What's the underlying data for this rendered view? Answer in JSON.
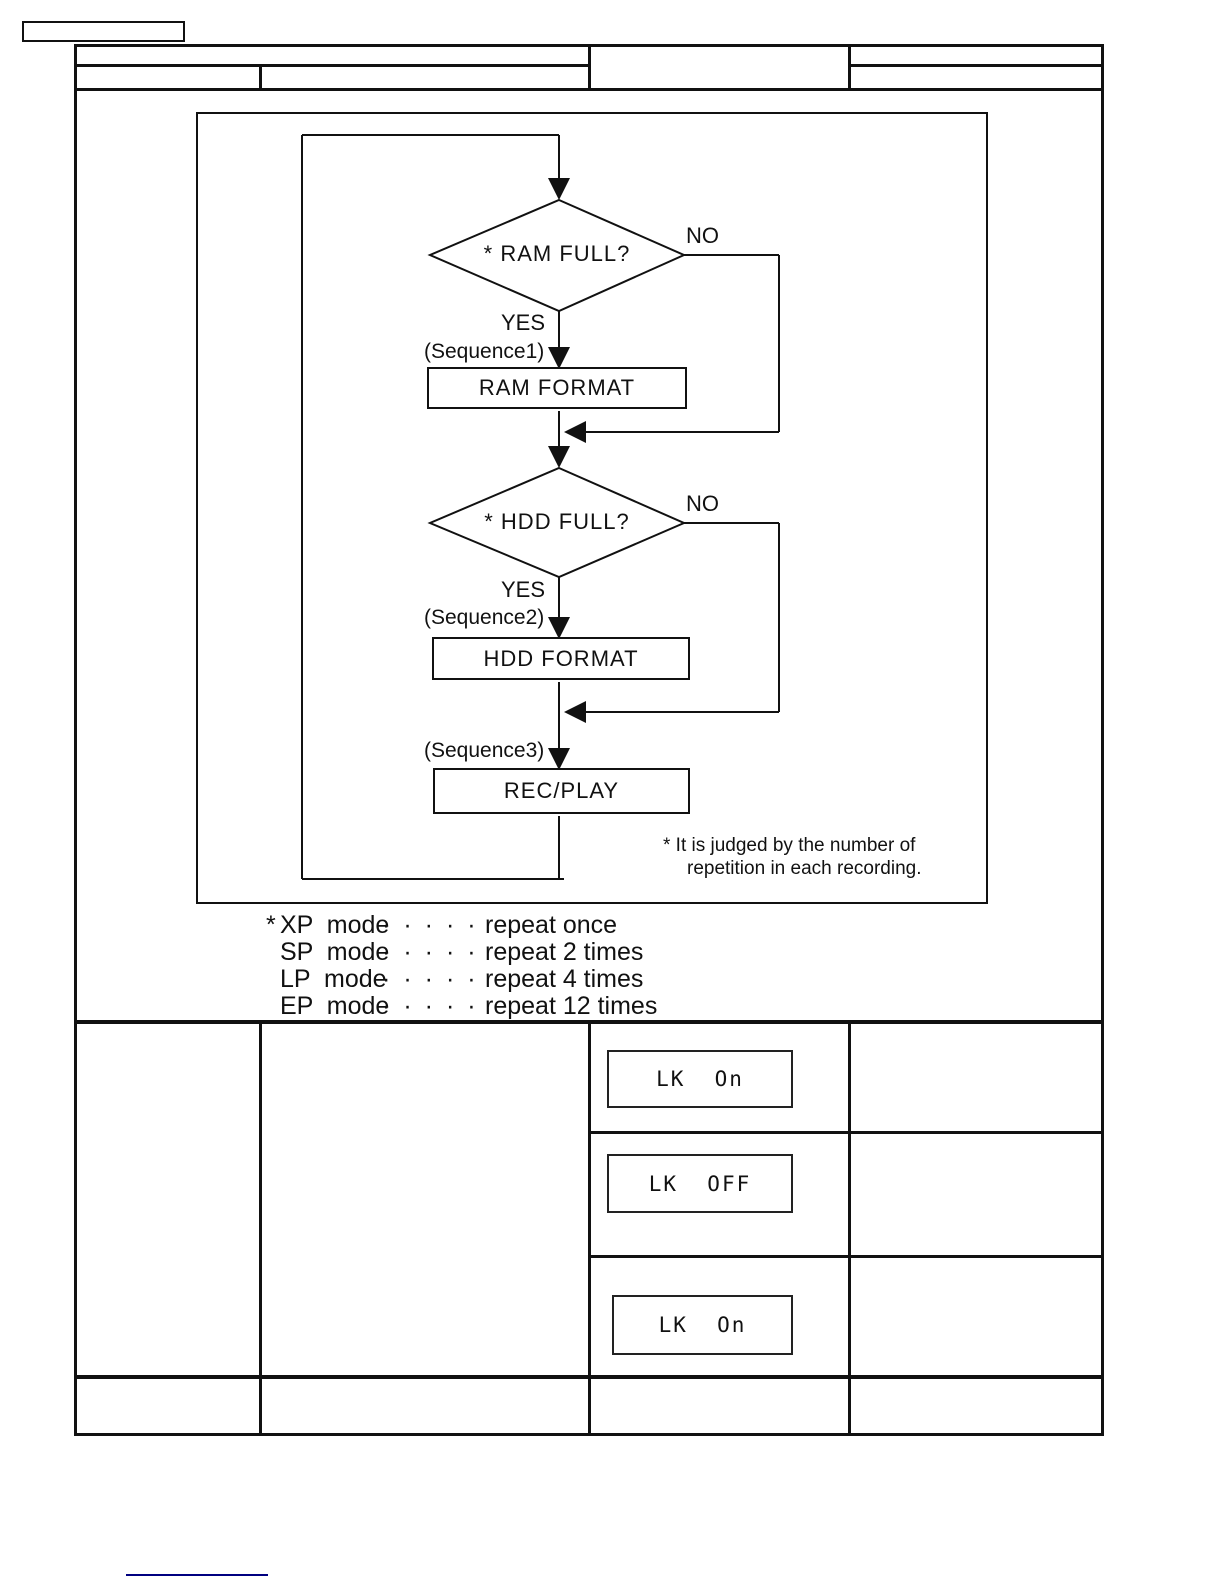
{
  "flowchart": {
    "decision1_label": "* RAM FULL?",
    "decision1_no": "NO",
    "decision1_yes": "YES",
    "sequence1_label": "(Sequence1)",
    "process1_label": "RAM FORMAT",
    "decision2_label": "* HDD FULL?",
    "decision2_no": "NO",
    "decision2_yes": "YES",
    "sequence2_label": "(Sequence2)",
    "process2_label": "HDD FORMAT",
    "sequence3_label": "(Sequence3)",
    "process3_label": "REC/PLAY",
    "footnote_line1": "* It is judged by the number of",
    "footnote_line2": "repetition in each recording."
  },
  "mode_notes": [
    {
      "star": "*",
      "mode": "XP  mode",
      "dots": "·····",
      "desc": "repeat once"
    },
    {
      "star": "",
      "mode": "SP  mode",
      "dots": "·····",
      "desc": "repeat 2 times"
    },
    {
      "star": "",
      "mode": "LP  mode",
      "dots": "·····",
      "desc": "repeat 4 times"
    },
    {
      "star": "",
      "mode": "EP  mode",
      "dots": "·····",
      "desc": "repeat 12 times"
    }
  ],
  "osd_table": {
    "box1_label": "LK  On",
    "box2_label": "LK  OFF",
    "box3_label": "LK  On"
  },
  "colors": {
    "line": "#111111",
    "underline_blue": "#000080"
  }
}
